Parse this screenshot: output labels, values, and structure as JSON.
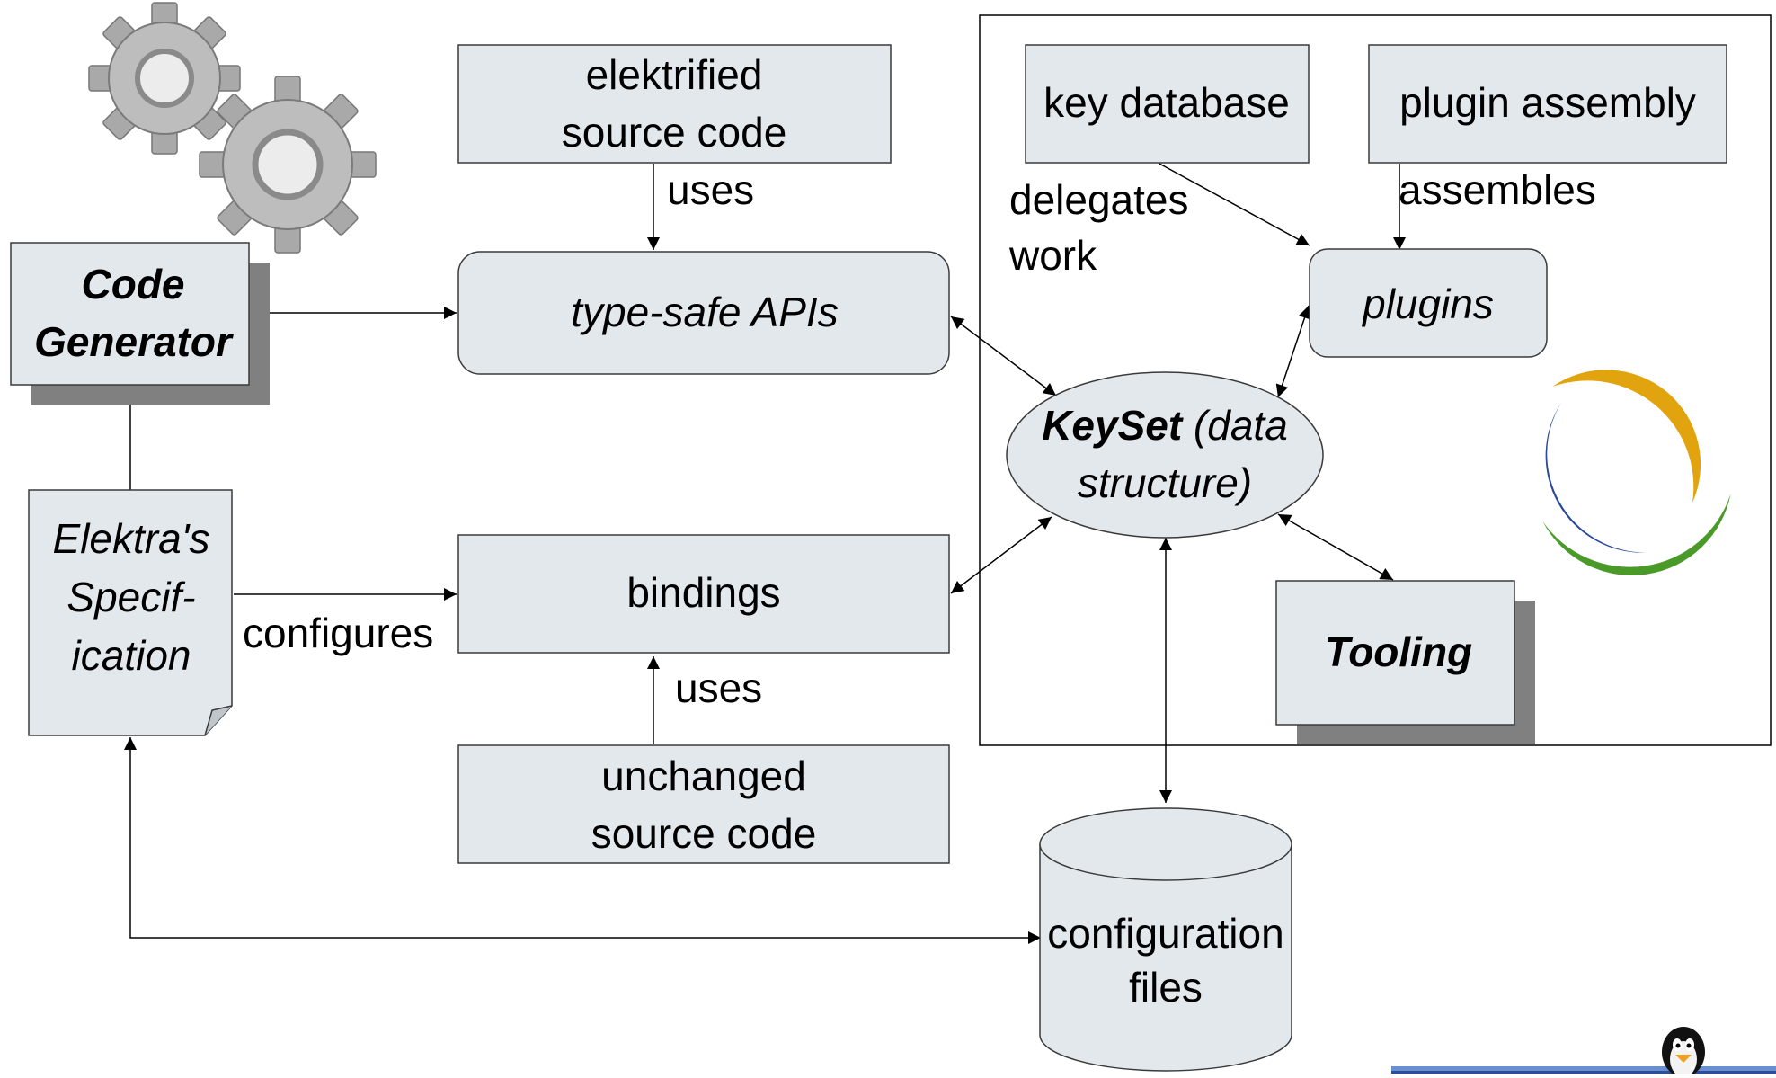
{
  "colors": {
    "box_fill": "#e3e8ec",
    "box_stroke": "#3a3a3a",
    "shadow": "#808080",
    "logo_yellow": "#e2a40e",
    "logo_blue": "#2c4a9a",
    "logo_green": "#4a9a2a",
    "gear": "#b8b8b8"
  },
  "icons": {
    "gears": "gear-icon",
    "logo": "elektra-logo-icon",
    "penguin": "penguin-icon"
  },
  "nodes": {
    "code_generator": {
      "line1": "Code",
      "line2": "Generator"
    },
    "elektrified_source": {
      "line1": "elektrified",
      "line2": "source code"
    },
    "type_safe_apis": {
      "label": "type-safe APIs"
    },
    "key_database": {
      "label": "key database"
    },
    "plugin_assembly": {
      "label": "plugin assembly"
    },
    "plugins": {
      "label": "plugins"
    },
    "keyset": {
      "bold": "KeySet",
      "rest": " (data",
      "line2": "structure)"
    },
    "specification": {
      "line1": "Elektra's",
      "line2": "Specif-",
      "line3": "ication"
    },
    "bindings": {
      "label": "bindings"
    },
    "tooling": {
      "label": "Tooling"
    },
    "unchanged_source": {
      "line1": "unchanged",
      "line2": "source code"
    },
    "config_files": {
      "line1": "configuration",
      "line2": "files"
    }
  },
  "edge_labels": {
    "uses_top": "uses",
    "uses_bottom": "uses",
    "configures": "configures",
    "delegates_line1": "delegates",
    "delegates_line2": "work",
    "assembles": "assembles"
  }
}
